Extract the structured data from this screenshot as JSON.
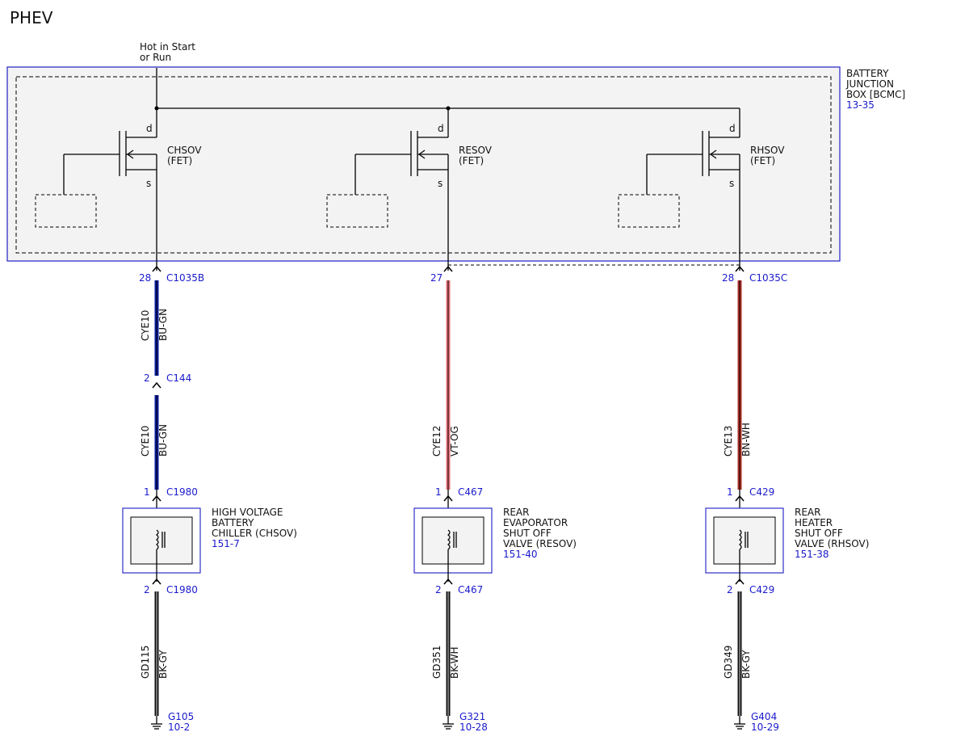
{
  "title": "PHEV",
  "power": {
    "line1": "Hot in Start",
    "line2": "or Run"
  },
  "junction_box": {
    "line1": "BATTERY",
    "line2": "JUNCTION",
    "line3": "BOX [BCMC]",
    "ref": "13-35"
  },
  "fet_pins": {
    "drain": "d",
    "source": "s"
  },
  "circuits": [
    {
      "fet_name": "CHSOV",
      "fet_type": "(FET)",
      "bjb_pin": "28",
      "bjb_connector": "C1035B",
      "wire1": {
        "circuit": "CYE10",
        "color": "BU-GN",
        "stroke": "#0a1aa0"
      },
      "inline_pin": "2",
      "inline_connector": "C144",
      "wire2": {
        "circuit": "CYE10",
        "color": "BU-GN",
        "stroke": "#0a1aa0"
      },
      "comp_pin_in": "1",
      "comp_connector": "C1980",
      "component": {
        "lines": [
          "HIGH VOLTAGE",
          "BATTERY",
          "CHILLER (CHSOV)"
        ],
        "ref": "151-7"
      },
      "comp_pin_out": "2",
      "ground_wire": {
        "circuit": "GD115",
        "color": "BK-GY",
        "stroke": "#111111"
      },
      "ground": "G105",
      "ground_ref": "10-2"
    },
    {
      "fet_name": "RESOV",
      "fet_type": "(FET)",
      "bjb_pin": "27",
      "bjb_connector": "",
      "wire1": {
        "circuit": "CYE12",
        "color": "VT-OG",
        "stroke": "#e8707a"
      },
      "comp_pin_in": "1",
      "comp_connector": "C467",
      "component": {
        "lines": [
          "REAR",
          "EVAPORATOR",
          "SHUT OFF",
          "VALVE (RESOV)"
        ],
        "ref": "151-40"
      },
      "comp_pin_out": "2",
      "ground_wire": {
        "circuit": "GD351",
        "color": "BK-WH",
        "stroke": "#111111"
      },
      "ground": "G321",
      "ground_ref": "10-28"
    },
    {
      "fet_name": "RHSOV",
      "fet_type": "(FET)",
      "bjb_pin": "28",
      "bjb_connector": "C1035C",
      "wire1": {
        "circuit": "CYE13",
        "color": "BN-WH",
        "stroke": "#b03028"
      },
      "comp_pin_in": "1",
      "comp_connector": "C429",
      "component": {
        "lines": [
          "REAR",
          "HEATER",
          "SHUT OFF",
          "VALVE (RHSOV)"
        ],
        "ref": "151-38"
      },
      "comp_pin_out": "2",
      "ground_wire": {
        "circuit": "GD349",
        "color": "BK-GY",
        "stroke": "#111111"
      },
      "ground": "G404",
      "ground_ref": "10-29"
    }
  ]
}
